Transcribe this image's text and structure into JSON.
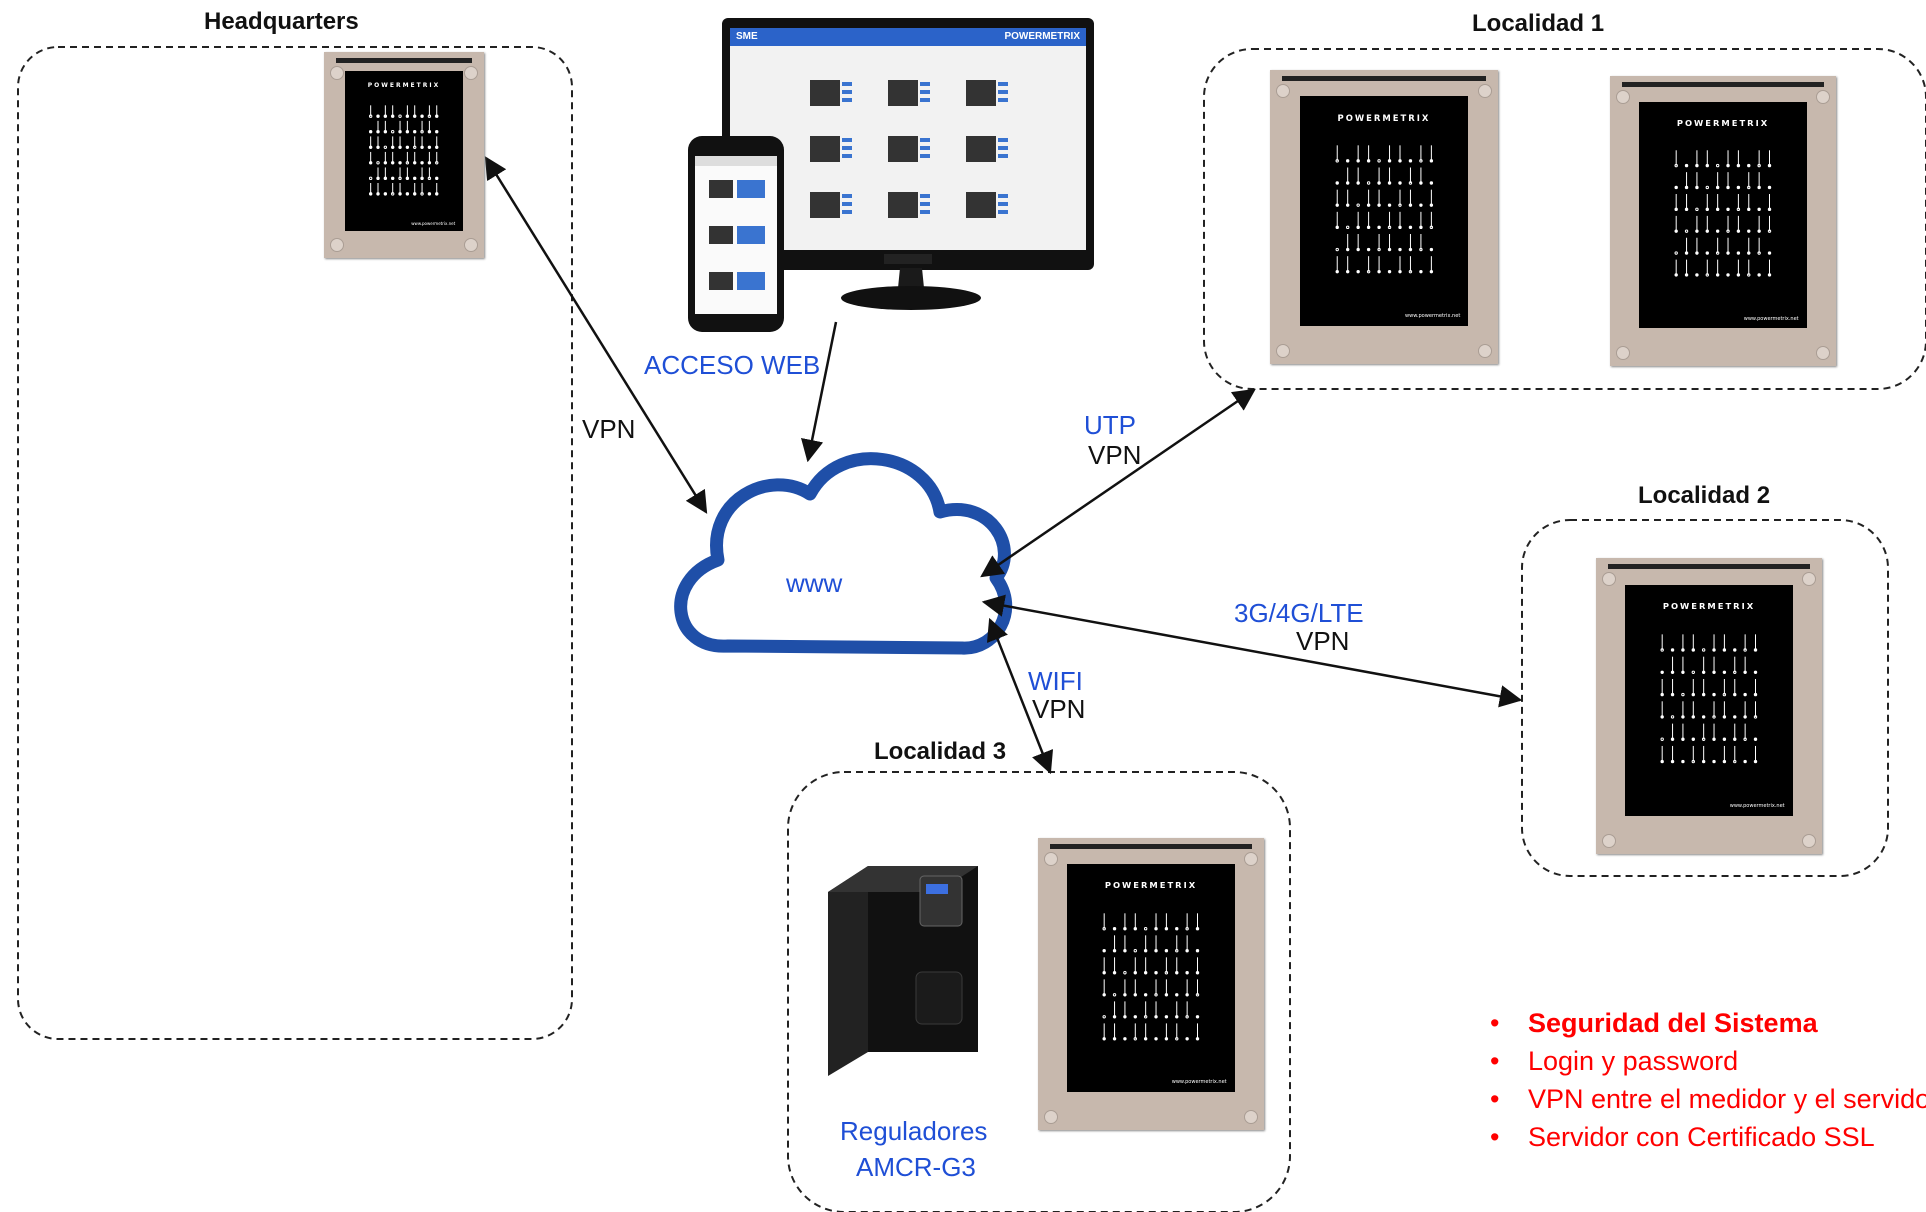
{
  "regions": {
    "headquarters": "Headquarters",
    "localidad1": "Localidad  1",
    "localidad2": "Localidad 2",
    "localidad3": "Localidad 3"
  },
  "cloud_label": "www",
  "acceso_web": "ACCESO WEB",
  "links": {
    "hq_vpn": "VPN",
    "l1_medium": "UTP",
    "l1_vpn": "VPN",
    "l2_medium": "3G/4G/LTE",
    "l2_vpn": "VPN",
    "l3_medium": "WIFI",
    "l3_vpn": "VPN"
  },
  "regulators": {
    "line1": "Reguladores",
    "line2": "AMCR-G3"
  },
  "panel": {
    "brand": "POWERMETRIX",
    "url": "www.powermetrix.net"
  },
  "monitor": {
    "app_left": "SME",
    "app_right": "POWERMETRIX"
  },
  "notes": {
    "title": "Seguridad del Sistema",
    "items": [
      "Login y password",
      "VPN entre el medidor y el servidor",
      "Servidor con Certificado SSL"
    ]
  },
  "colors": {
    "cloud": "#1f4fa8",
    "blue_text": "#1f4fd6",
    "notes": "#ff0000",
    "panel_frame": "#c7b8ad"
  }
}
